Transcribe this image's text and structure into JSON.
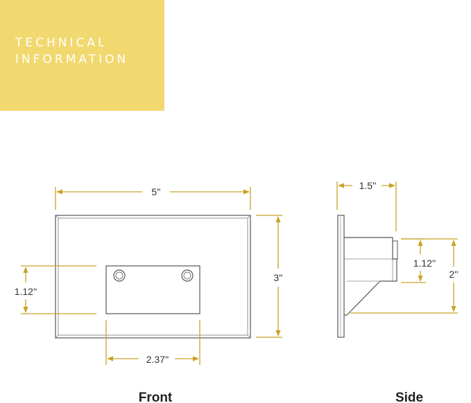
{
  "banner": {
    "line1": "TECHNICAL",
    "line2": "INFORMATION",
    "color": "#f2d96f"
  },
  "colors": {
    "dimension_line": "#c9a227",
    "outline": "#555555"
  },
  "front_view": {
    "label": "Front",
    "width_label": "5''",
    "height_label": "3''",
    "cutout_height_label": "1.12''",
    "cutout_width_label": "2.37''"
  },
  "side_view": {
    "label": "Side",
    "depth_label": "1.5''",
    "tube_height_label": "1.12''",
    "base_height_label": "2''"
  }
}
